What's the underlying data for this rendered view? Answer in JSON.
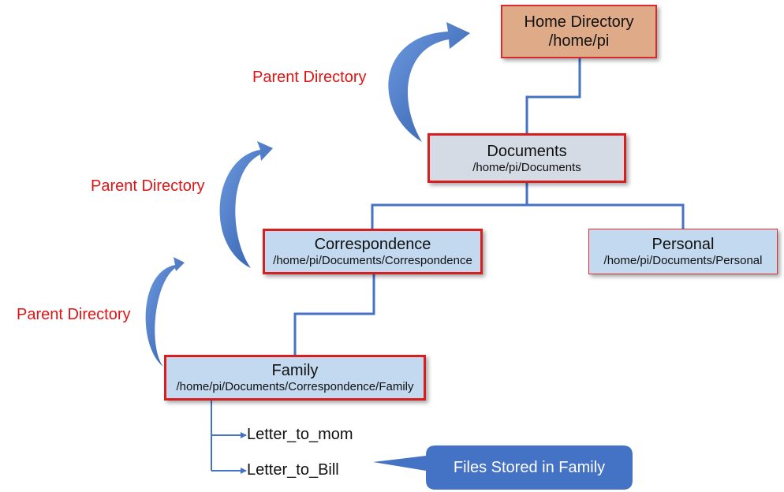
{
  "nodes": {
    "home": {
      "title": "Home Directory",
      "path": "/home/pi"
    },
    "documents": {
      "title": "Documents",
      "path": "/home/pi/Documents"
    },
    "correspondence": {
      "title": "Correspondence",
      "path": "/home/pi/Documents/Correspondence"
    },
    "personal": {
      "title": "Personal",
      "path": "/home/pi/Documents/Personal"
    },
    "family": {
      "title": "Family",
      "path": "/home/pi/Documents/Correspondence/Family"
    }
  },
  "parent_labels": [
    "Parent Directory",
    "Parent Directory",
    "Parent Directory"
  ],
  "files": [
    "Letter_to_mom",
    "Letter_to_Bill"
  ],
  "callout": "Files Stored in Family",
  "colors": {
    "connector": "#4472c4",
    "arrow": "#4472c4",
    "label_red": "#e01414",
    "highlight_border": "#d81f1f",
    "home_fill": "#dfaa88",
    "node_fill": "#c3d9ef",
    "callout_fill": "#4472c4"
  }
}
